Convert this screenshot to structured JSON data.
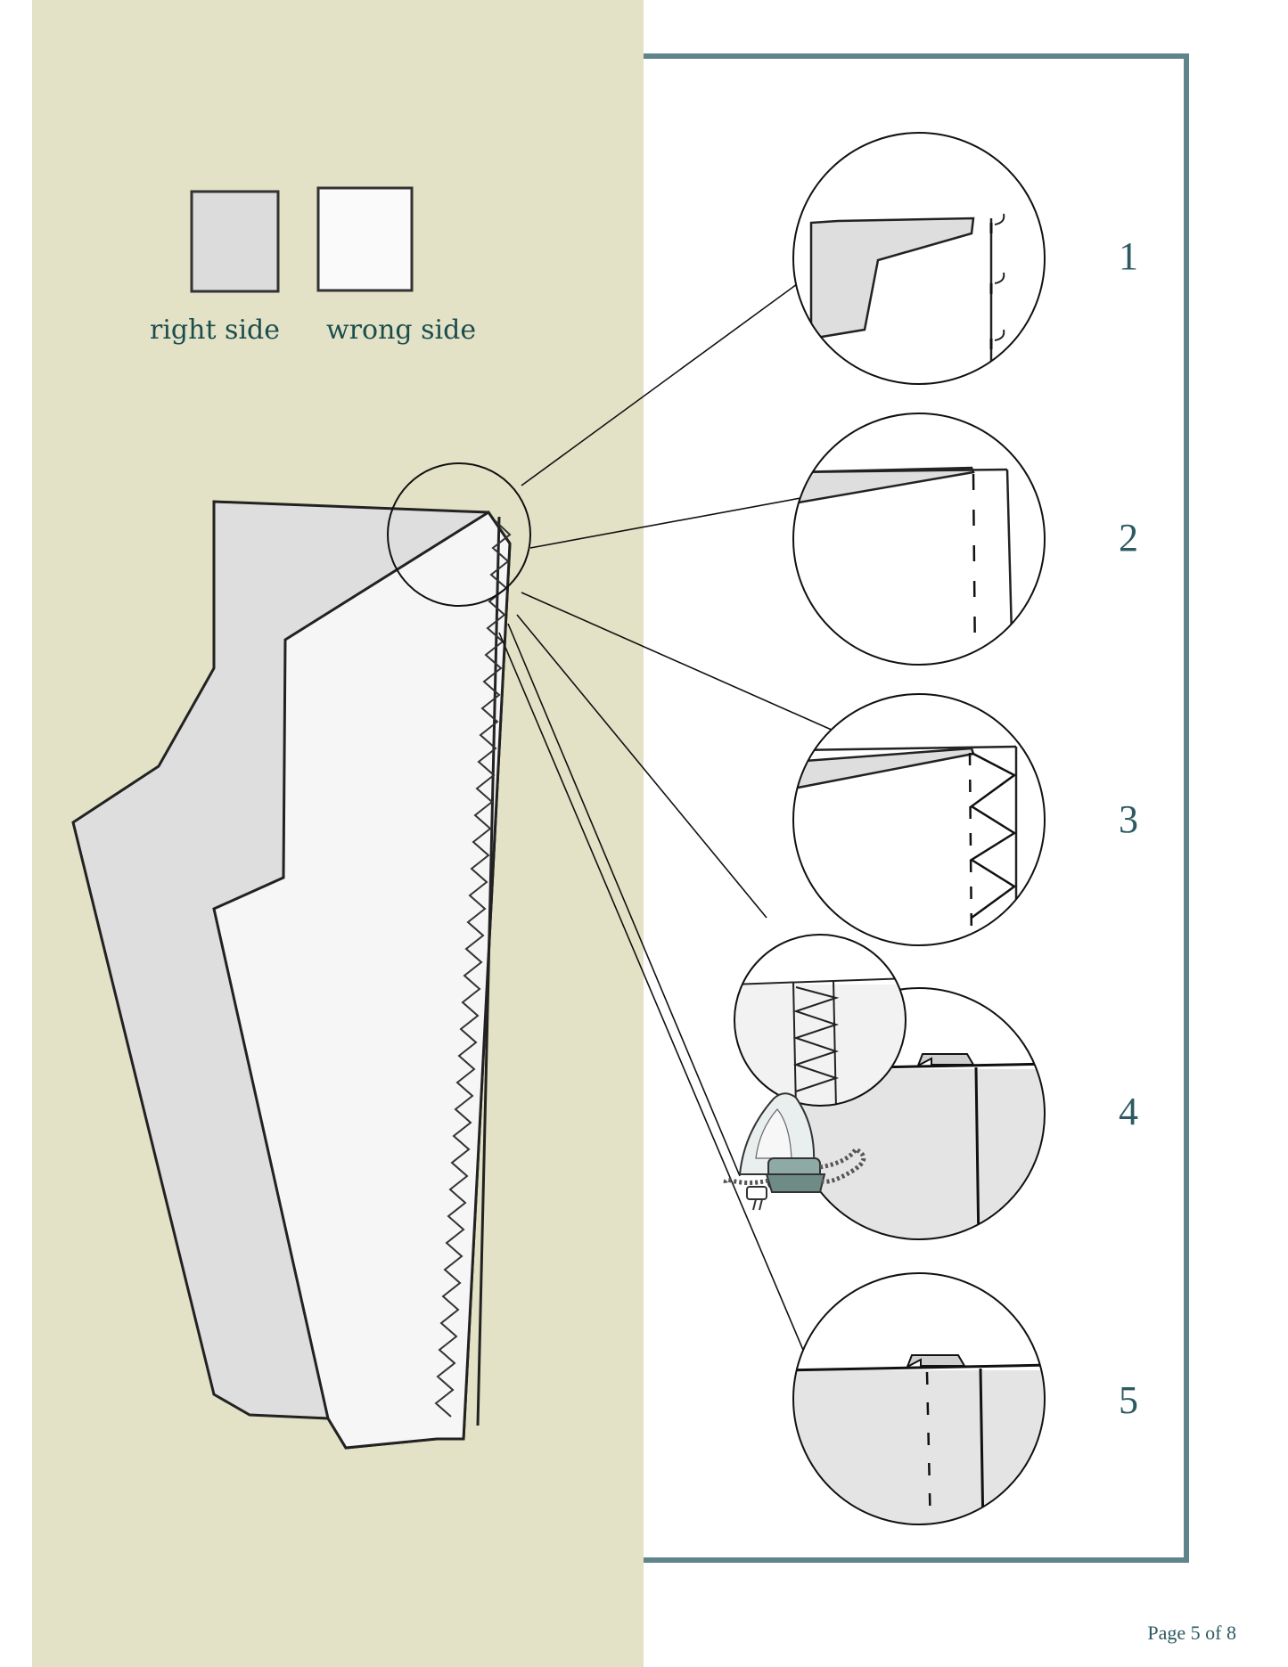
{
  "legend": {
    "right_side_label": "right side",
    "wrong_side_label": "wrong side"
  },
  "steps": [
    {
      "number": "1"
    },
    {
      "number": "2"
    },
    {
      "number": "3"
    },
    {
      "number": "4"
    },
    {
      "number": "5"
    }
  ],
  "footer": {
    "page_label": "Page 5 of 8"
  },
  "colors": {
    "left_panel_bg": "#e3e2c6",
    "frame_border": "#5f848c",
    "text_teal": "#1c4d4d",
    "fabric_right_side": "#dcdcdc",
    "fabric_wrong_side": "#fafafa"
  }
}
